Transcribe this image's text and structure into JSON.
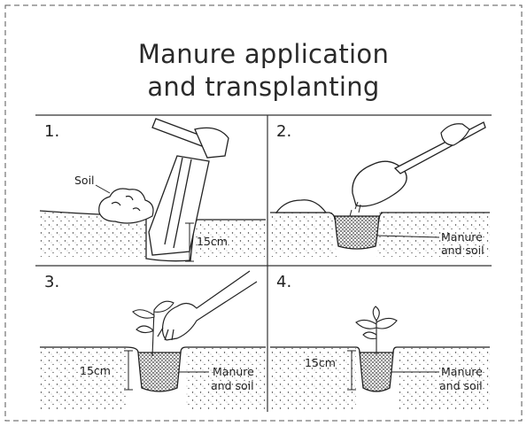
{
  "title": {
    "line1": "Manure application",
    "line2": "and transplanting"
  },
  "panels": [
    {
      "number": "1.",
      "labels": {
        "soil": "Soil",
        "depth": "15cm"
      },
      "icons": [
        "hoe-icon",
        "soil-pile-icon"
      ]
    },
    {
      "number": "2.",
      "labels": {
        "fill_line1": "Manure",
        "fill_line2": "and soil"
      },
      "icons": [
        "shovel-icon",
        "hand-icon"
      ]
    },
    {
      "number": "3.",
      "labels": {
        "depth": "15cm",
        "fill_line1": "Manure",
        "fill_line2": "and soil"
      },
      "icons": [
        "hand-icon",
        "seedling-icon"
      ]
    },
    {
      "number": "4.",
      "labels": {
        "depth": "15cm",
        "fill_line1": "Manure",
        "fill_line2": "and soil"
      },
      "icons": [
        "seedling-icon"
      ]
    }
  ],
  "colors": {
    "ink": "#222222",
    "paper": "#ffffff",
    "fill": "#555555"
  }
}
